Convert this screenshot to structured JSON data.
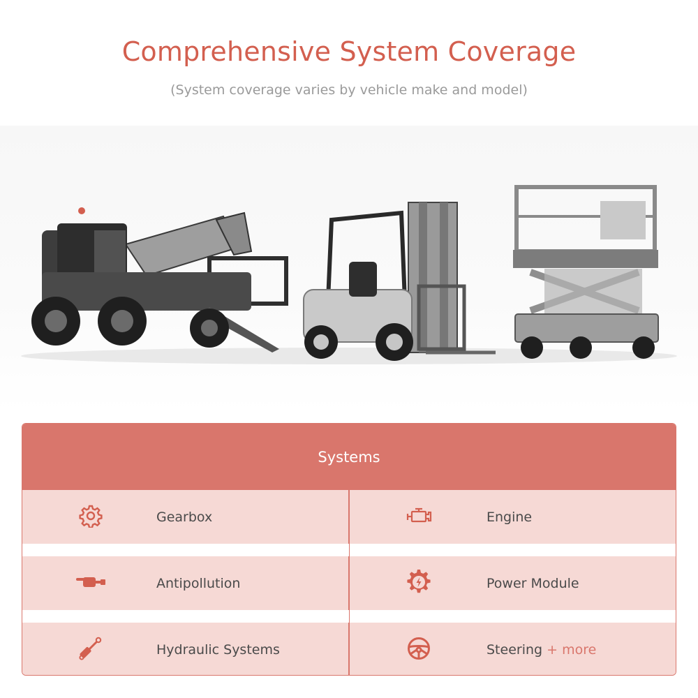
{
  "header": {
    "title": "Comprehensive System Coverage",
    "subtitle": "(System coverage varies by vehicle make and model)"
  },
  "hero": {
    "vehicles": [
      "telehandler",
      "forklift",
      "scissor-lift"
    ]
  },
  "systems_table": {
    "heading": "Systems",
    "items": [
      {
        "label": "Gearbox",
        "icon": "gear-icon"
      },
      {
        "label": "Engine",
        "icon": "engine-icon"
      },
      {
        "label": "Antipollution",
        "icon": "exhaust-icon"
      },
      {
        "label": "Power Module",
        "icon": "power-module-icon"
      },
      {
        "label": "Hydraulic Systems",
        "icon": "hydraulic-cylinder-icon"
      },
      {
        "label": "Steering",
        "icon": "steering-wheel-icon"
      }
    ],
    "more_label": "+ more"
  },
  "colors": {
    "accent": "#d35f4f",
    "header_bg": "#d9766c",
    "row_bg": "#f6d9d5",
    "subtitle": "#9a9a9a",
    "text": "#4a4a4a"
  }
}
